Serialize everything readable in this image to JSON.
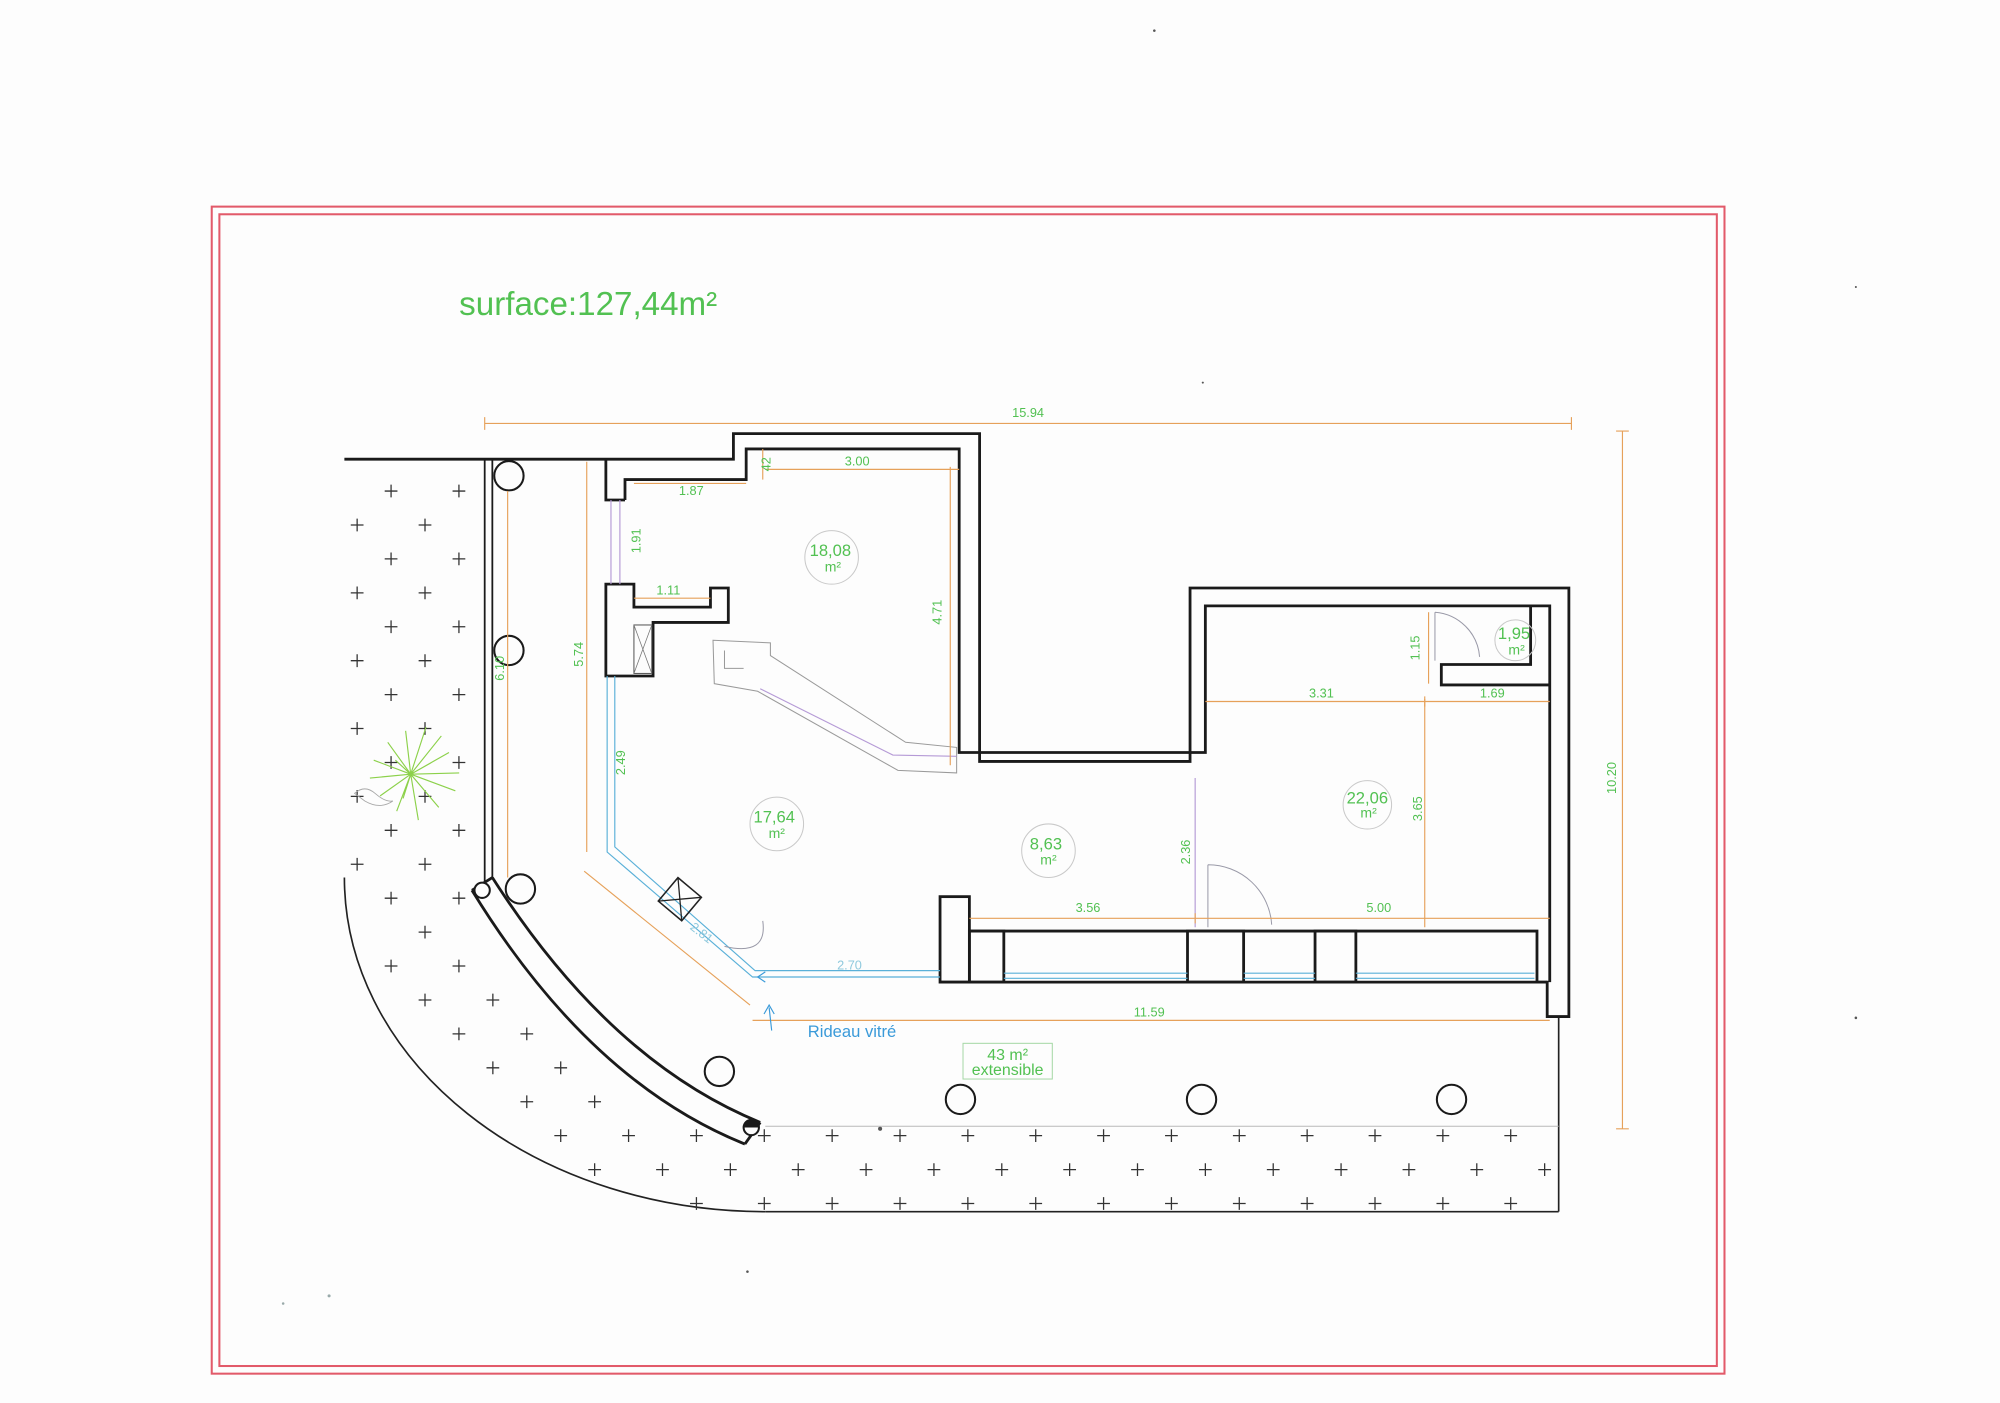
{
  "title": "surface:127,44m²",
  "dimension_labels": {
    "overall_width": "15.94",
    "overall_depth": "10.20",
    "top_room_width": "3.00",
    "top_step": "42",
    "entry_width": "1.87",
    "left_window": "1.91",
    "wall_block": "1.11",
    "top_room_depth": "4.71",
    "left_inner": "5.74",
    "left_outer": "6.10",
    "glass_side": "2.49",
    "door_opening": "2.36",
    "right_room_depth": "3.65",
    "small_room_depth": "1.15",
    "right_room_width": "3.31",
    "small_room_width": "1.69",
    "front_left": "3.56",
    "front_right": "5.00",
    "glass_diagonal": "2.81",
    "glass_front": "2.70",
    "frontage": "11.59"
  },
  "rooms": [
    {
      "area": "18,08",
      "unit": "m²"
    },
    {
      "area": "17,64",
      "unit": "m²"
    },
    {
      "area": "8,63",
      "unit": "m²"
    },
    {
      "area": "22,06",
      "unit": "m²"
    },
    {
      "area": "1,95",
      "unit": "m²"
    }
  ],
  "annotations": {
    "glass_curtain": "Rideau vitré",
    "terrace_area": "43 m²",
    "terrace_note": "extensible"
  },
  "colors": {
    "label_green": "#52c152",
    "dimension_orange": "#e6a15a",
    "frame_red": "#e25a6a",
    "wall_black": "#1a1a1a",
    "glass_blue": "#3a9ad9",
    "partition_purple": "#b59ad6"
  }
}
